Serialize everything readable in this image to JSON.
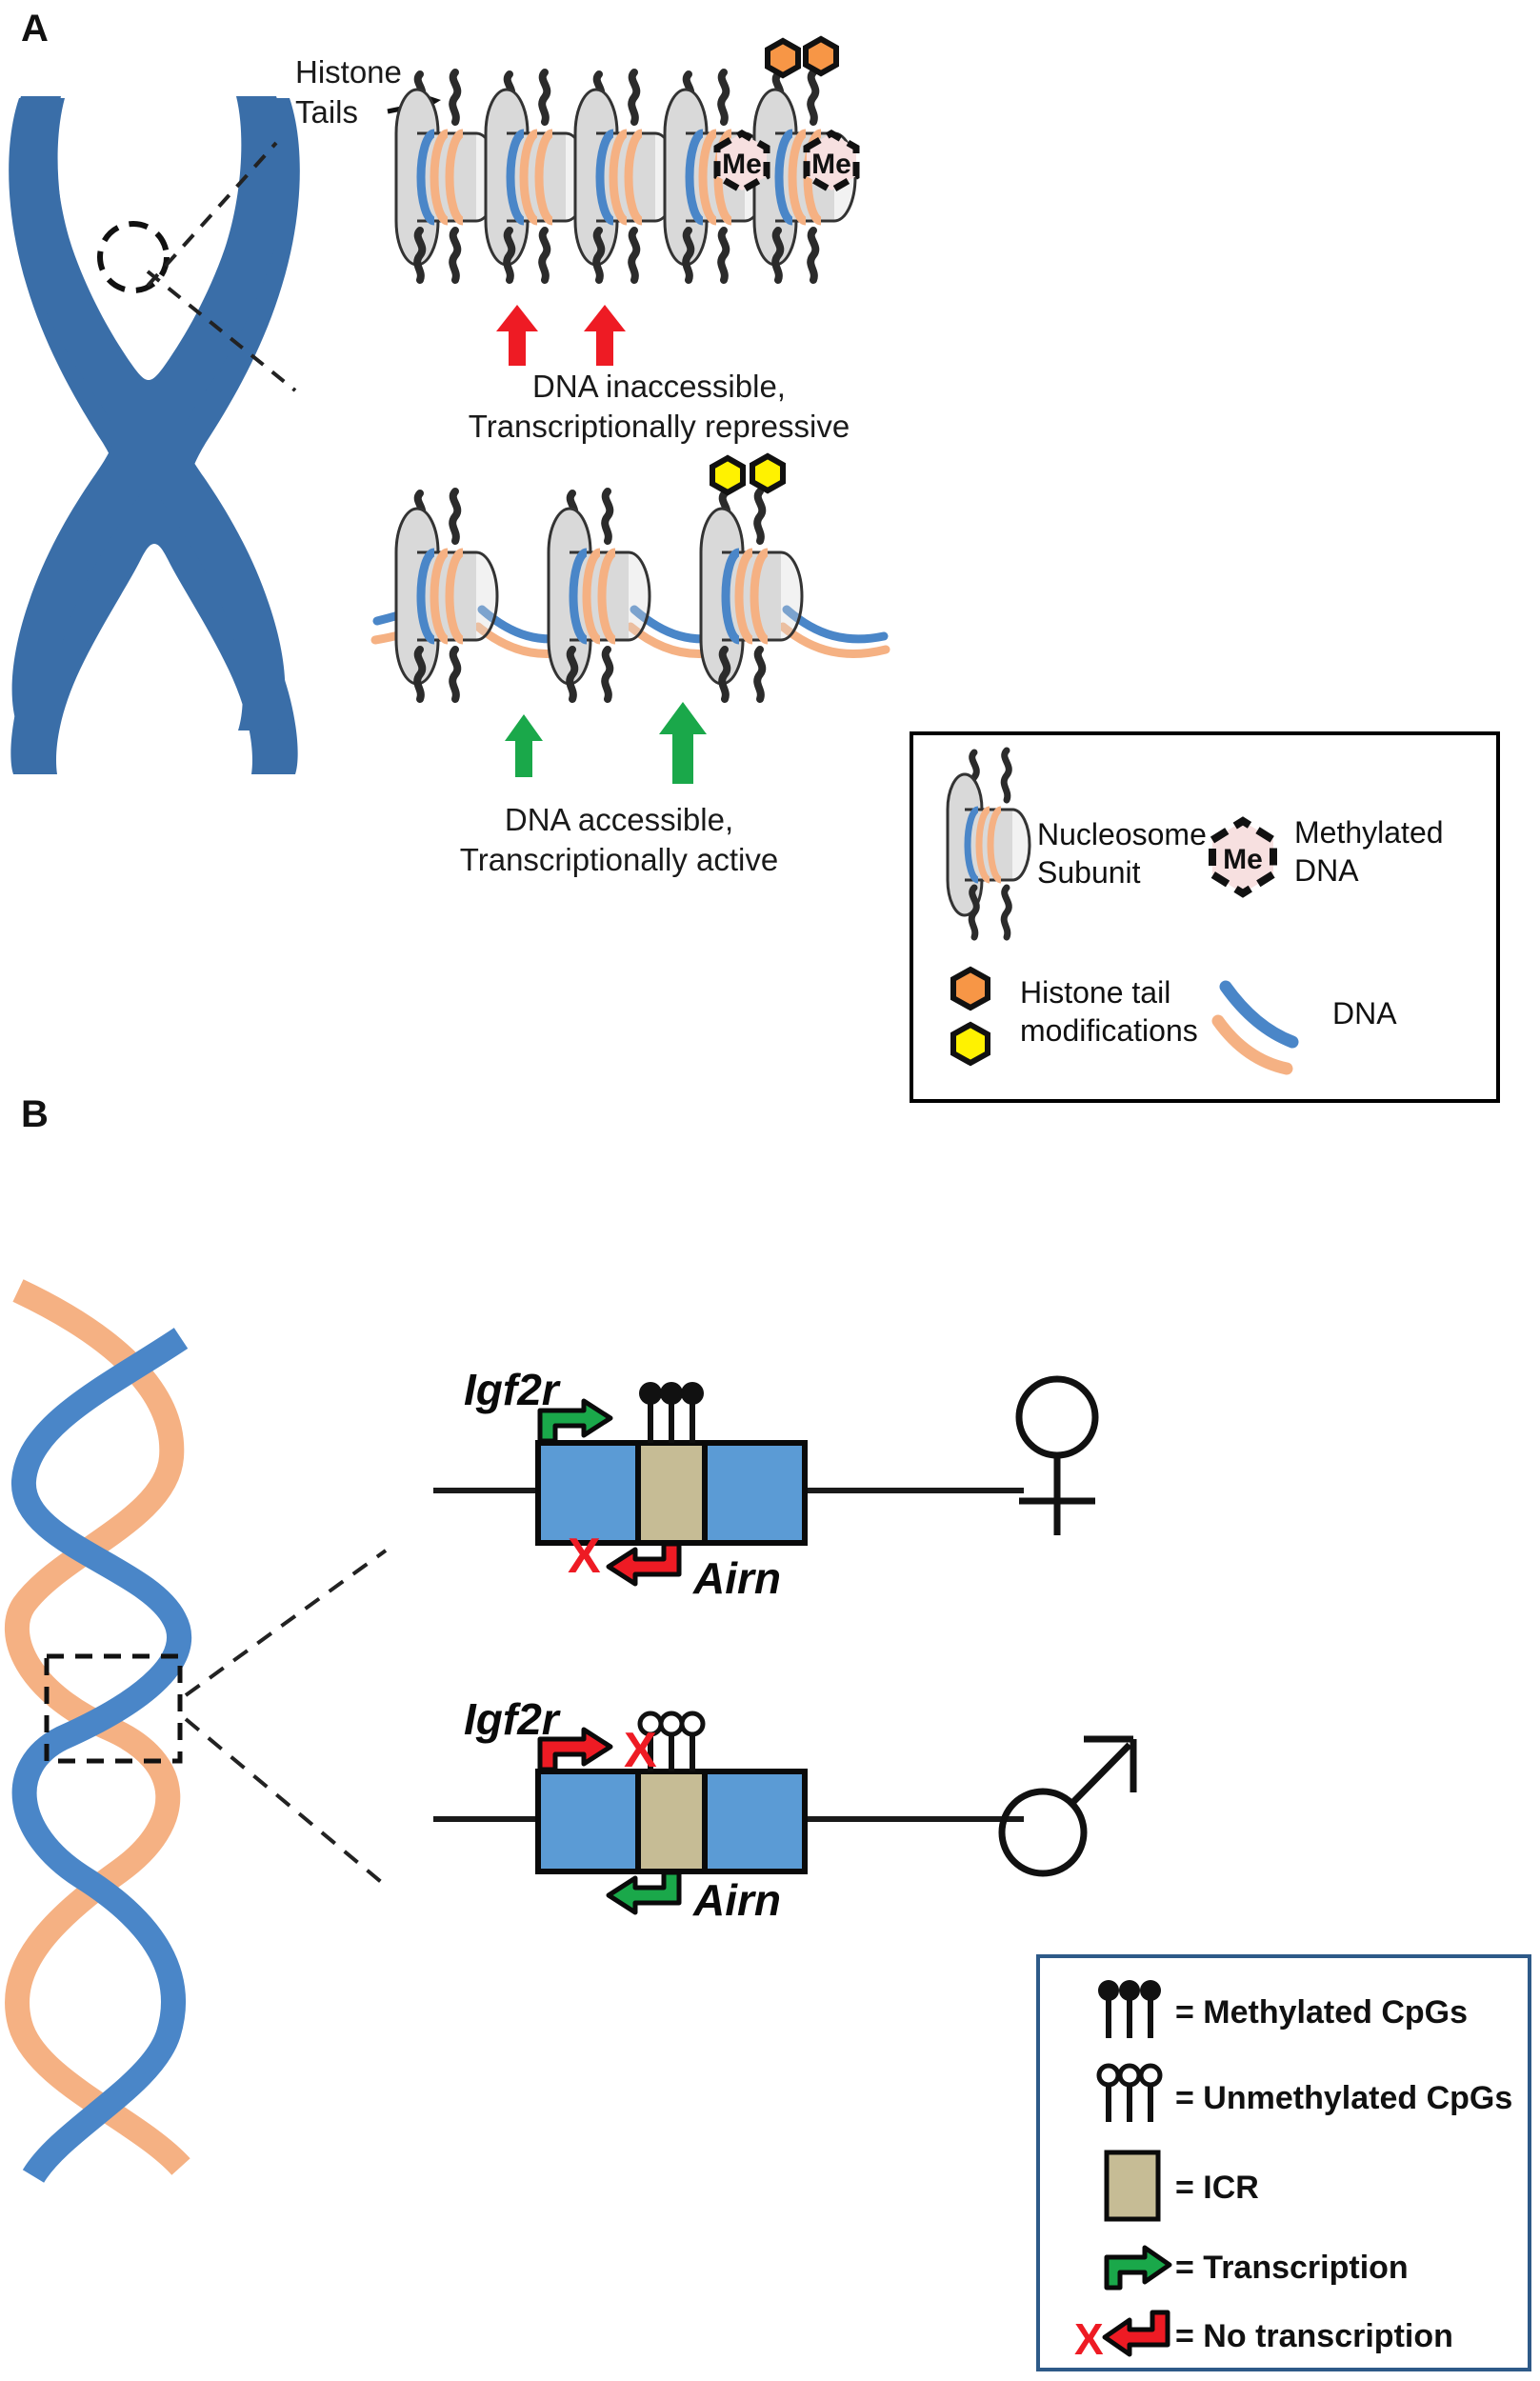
{
  "figure": {
    "panels": [
      {
        "id": "A",
        "label": "A"
      },
      {
        "id": "B",
        "label": "B"
      }
    ]
  },
  "panelA": {
    "label": "A",
    "histone_tails_label": "Histone\nTails",
    "repressive_caption": "DNA inaccessible,\nTranscriptionally repressive",
    "active_caption": "DNA accessible,\nTranscriptionally active",
    "repressed_nucleosome_count": 5,
    "active_nucleosome_count": 3,
    "methylated_nucleosome_indices": [
      3,
      4
    ],
    "me_label": "Me",
    "red_arrow_count": 2,
    "green_arrow_count": 2,
    "orange_hexagon_count": 2,
    "yellow_hexagon_count": 2,
    "legend": {
      "items": [
        {
          "icon": "nucleosome-subunit-icon",
          "label": "Nucleosome\nSubunit"
        },
        {
          "icon": "methylated-dna-icon",
          "label": "Methylated\nDNA"
        },
        {
          "icon": "histone-tail-modification-icon",
          "label": "Histone tail\nmodifications"
        },
        {
          "icon": "dna-strand-icon",
          "label": "DNA"
        }
      ]
    }
  },
  "panelB": {
    "label": "B",
    "alleles": [
      {
        "id": "maternal",
        "gene_left_label": "Igf2r",
        "gene_right_label": "Airn",
        "igf2r_transcription": "Transcription",
        "airn_transcription": "No transcription",
        "igf2r_arrow_color": "#1aa84a",
        "airn_arrow_color": "#ee1b24",
        "cpg_state": "methylated",
        "cpg_count": 3,
        "sex_symbol": "female",
        "no_transcription_mark": "X"
      },
      {
        "id": "paternal",
        "gene_left_label": "Igf2r",
        "gene_right_label": "Airn",
        "igf2r_transcription": "No transcription",
        "airn_transcription": "Transcription",
        "igf2r_arrow_color": "#ee1b24",
        "airn_arrow_color": "#1aa84a",
        "cpg_state": "unmethylated",
        "cpg_count": 3,
        "sex_symbol": "male",
        "no_transcription_mark": "X"
      }
    ],
    "legend": {
      "items": [
        {
          "icon": "methylated-cpgs-icon",
          "label": "= Methylated CpGs"
        },
        {
          "icon": "unmethylated-cpgs-icon",
          "label": "= Unmethylated CpGs"
        },
        {
          "icon": "icr-box-icon",
          "label": "= ICR"
        },
        {
          "icon": "green-transcription-arrow-icon",
          "label": "= Transcription"
        },
        {
          "icon": "red-no-transcription-arrow-icon",
          "label": "= No transcription"
        }
      ]
    }
  },
  "colors": {
    "chromosome_blue": "#3a6ea8",
    "dna_blue": "#4a86c8",
    "dna_orange": "#f5b183",
    "nucleosome_gray": "#d9d9d9",
    "methyl_pink": "#f7e0e0",
    "red_arrow": "#ee1b24",
    "green_arrow": "#1aa84a",
    "hex_orange": "#f79646",
    "hex_yellow": "#fff200",
    "gene_box_blue": "#5b9bd5",
    "icr_tan": "#c6bc95",
    "legend_b_border": "#2e5a88"
  }
}
